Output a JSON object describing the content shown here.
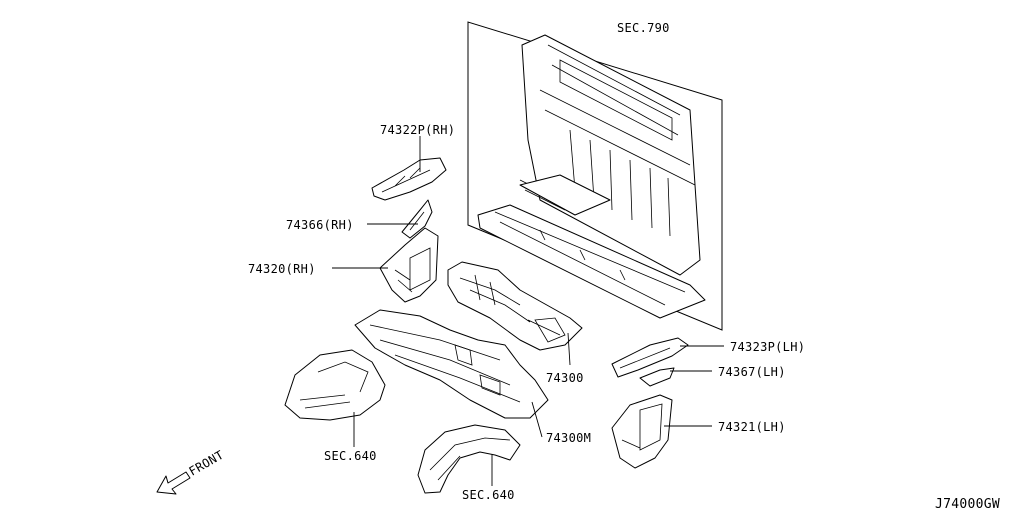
{
  "labels": {
    "sec790": "SEC.790",
    "p74322P": "74322P(RH)",
    "p74366": "74366(RH)",
    "p74320": "74320(RH)",
    "p74300": "74300",
    "p74300M": "74300M",
    "p74323P": "74323P(LH)",
    "p74367": "74367(LH)",
    "p74321": "74321(LH)",
    "sec640_a": "SEC.640",
    "sec640_b": "SEC.640",
    "front": "FRONT",
    "diagram_code": "J74000GW"
  }
}
